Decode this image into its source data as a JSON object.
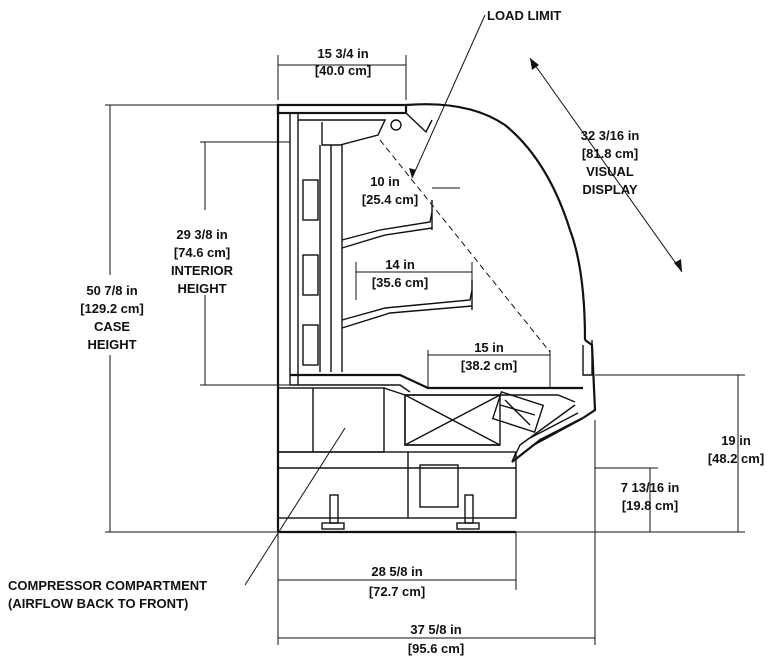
{
  "diagram": {
    "labels": {
      "load_limit": "LOAD LIMIT",
      "top_depth": [
        "15 3/4 in",
        "[40.0 cm]"
      ],
      "visual_display": [
        "32 3/16 in",
        "[81.8 cm]",
        "VISUAL",
        "DISPLAY"
      ],
      "shelf_top": [
        "10 in",
        "[25.4 cm]"
      ],
      "interior_height": [
        "29 3/8 in",
        "[74.6 cm]",
        "INTERIOR",
        "HEIGHT"
      ],
      "shelf_middle": [
        "14 in",
        "[35.6 cm]"
      ],
      "case_height": [
        "50 7/8 in",
        "[129.2 cm]",
        "CASE",
        "HEIGHT"
      ],
      "deck_depth": [
        "15 in",
        "[38.2 cm]"
      ],
      "front_height": [
        "19 in",
        "[48.2 cm]"
      ],
      "bumper_height": [
        "7 13/16 in",
        "[19.8 cm]"
      ],
      "compressor": [
        "COMPRESSOR COMPARTMENT",
        "(AIRFLOW BACK TO FRONT)"
      ],
      "base_depth": [
        "28 5/8 in",
        "[72.7 cm]"
      ],
      "overall_depth": [
        "37 5/8 in",
        "[95.6 cm]"
      ]
    }
  }
}
